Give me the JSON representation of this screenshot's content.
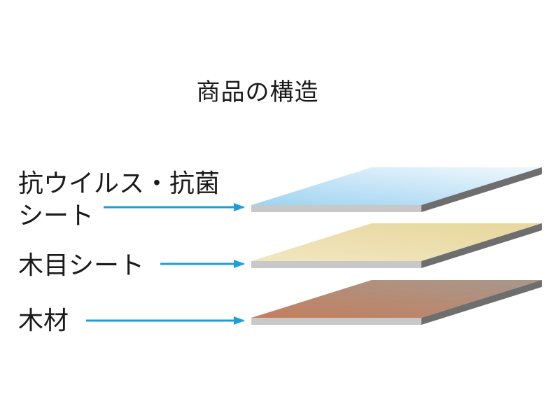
{
  "title": "商品の構造",
  "layers": [
    {
      "label_line1": "抗ウイルス・抗菌",
      "label_line2": "シート",
      "colors": [
        "#9fd3f1",
        "#e9f5fc"
      ]
    },
    {
      "label": "木目シート",
      "colors": [
        "#f1e7bf",
        "#e8d79f"
      ]
    },
    {
      "label": "木材",
      "colors": [
        "#c37f5d",
        "#aa9688"
      ]
    }
  ],
  "colors": {
    "arrow": "#1a9fd9",
    "side_light": "#c8c8c8",
    "side_dark": "#6e6e6e"
  }
}
